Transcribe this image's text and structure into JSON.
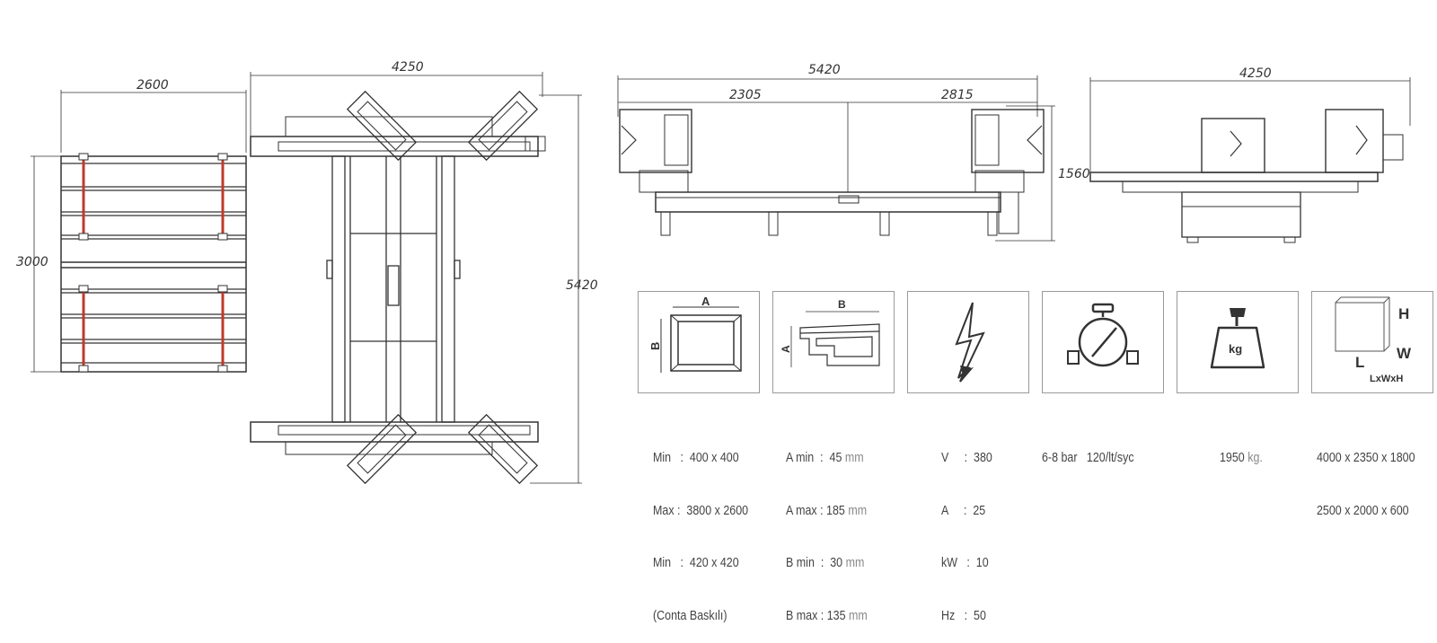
{
  "dimensions": {
    "top_view_width": "4250",
    "grid_width": "2600",
    "grid_height": "3000",
    "total_length": "5420",
    "front_length": "5420",
    "front_left": "2305",
    "front_right": "2815",
    "front_height": "1560",
    "side_width": "4250"
  },
  "icons": [
    {
      "name": "frame-size-icon",
      "labels": {
        "a": "A",
        "b": "B"
      }
    },
    {
      "name": "profile-size-icon",
      "labels": {
        "a": "A",
        "b": "B"
      }
    },
    {
      "name": "electric-icon"
    },
    {
      "name": "air-pressure-icon"
    },
    {
      "name": "weight-icon",
      "labels": {
        "kg": "kg"
      }
    },
    {
      "name": "dimensions-box-icon",
      "labels": {
        "h": "H",
        "w": "W",
        "l": "L",
        "lwh": "LxWxH"
      }
    }
  ],
  "specs": {
    "frame": [
      {
        "key": "Min",
        "sep": ":",
        "value": "400 x 400"
      },
      {
        "key": "Max",
        "sep": ":",
        "value": "3800 x 2600"
      },
      {
        "key": "Min",
        "sep": ":",
        "value": "420 x 420"
      },
      {
        "key": "(Conta Baskılı)",
        "sep": "",
        "value": ""
      }
    ],
    "profile": [
      {
        "key": "A min",
        "sep": ":",
        "value": "45",
        "unit": "mm"
      },
      {
        "key": "A max",
        "sep": ":",
        "value": "185",
        "unit": "mm"
      },
      {
        "key": "B min",
        "sep": ":",
        "value": "30",
        "unit": "mm"
      },
      {
        "key": "B max",
        "sep": ":",
        "value": "135",
        "unit": "mm"
      }
    ],
    "electric": [
      {
        "key": "V",
        "sep": ":",
        "value": "380"
      },
      {
        "key": "A",
        "sep": ":",
        "value": "25"
      },
      {
        "key": "kW",
        "sep": ":",
        "value": "10"
      },
      {
        "key": "Hz",
        "sep": ":",
        "value": "50"
      }
    ],
    "air": {
      "pressure": "6-8 bar",
      "consumption": "120/lt/syc"
    },
    "weight": {
      "value": "1950",
      "unit": "kg."
    },
    "size": [
      "4000 x 2350 x 1800",
      "2500 x 2000 x 600"
    ]
  }
}
